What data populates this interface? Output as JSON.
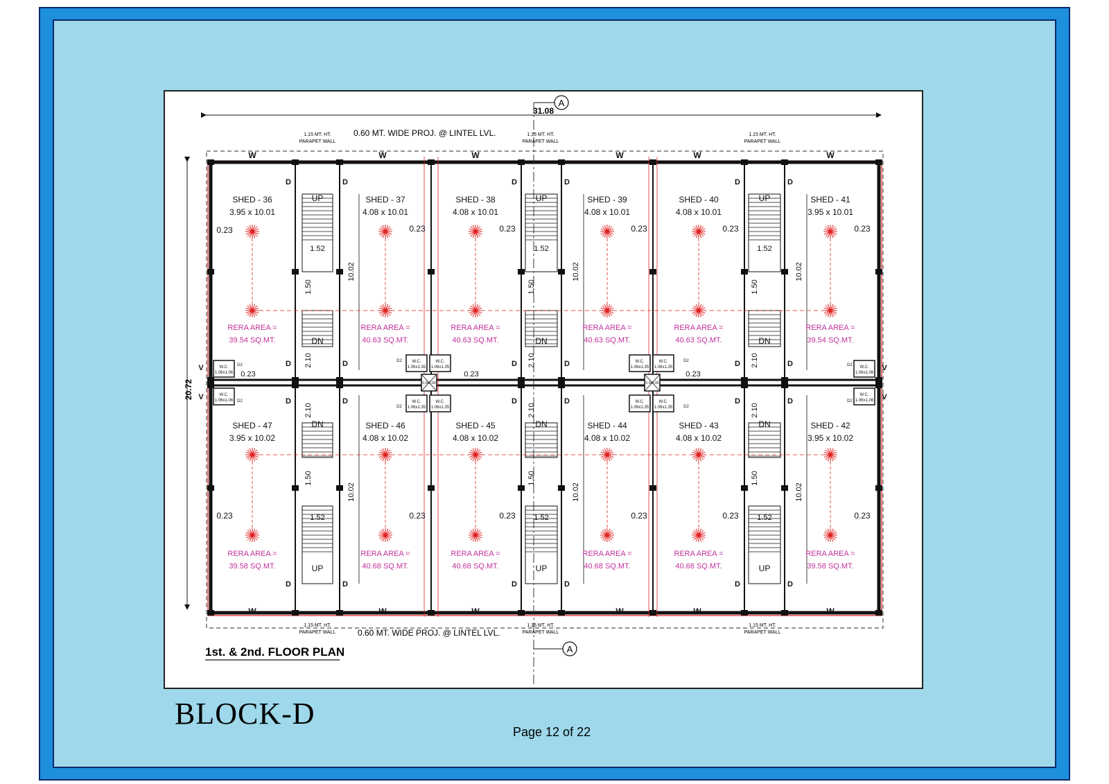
{
  "page": {
    "block_label": "BLOCK-D",
    "page_number": "Page 12 of 22"
  },
  "plan": {
    "title": "1st. & 2nd. FLOOR PLAN",
    "section_marker": "A",
    "overall_width": "31.08",
    "overall_depth": "20.72",
    "projection_note": "0.60 MT. WIDE PROJ. @ LINTEL LVL.",
    "parapet_line1": "1.15 MT. HT.",
    "parapet_line2": "PARAPET WALL",
    "window_tag": "W",
    "door_tag": "D",
    "door_tag_2": "D2",
    "vent_tag": "V",
    "wc_label": "W.C.",
    "wc_small_size": "1.06x1.06",
    "wc_large_size": "1.06x1.35",
    "duct_size": "0.9x0.90",
    "wall_thickness": "0.23",
    "stair_width": "1.52",
    "landing": "1.50",
    "stair_gap": "2.10",
    "shed_depth_dim": "10.02",
    "up_label": "UP",
    "dn_label": "DN",
    "colors": {
      "wall": "#111111",
      "rera_text": "#c0309a",
      "light": "#e02020",
      "outer_frame": "#1e8fdc",
      "inner_frame": "#9ed8ea"
    }
  },
  "sheds": [
    {
      "name": "SHED - 36",
      "size": "3.95 x 10.01",
      "rera1": "RERA AREA =",
      "rera2": "39.54 SQ.MT."
    },
    {
      "name": "SHED - 37",
      "size": "4.08 x 10.01",
      "rera1": "RERA AREA =",
      "rera2": "40.63 SQ.MT."
    },
    {
      "name": "SHED - 38",
      "size": "4.08 x 10.01",
      "rera1": "RERA AREA =",
      "rera2": "40.63 SQ.MT."
    },
    {
      "name": "SHED - 39",
      "size": "4.08 x 10.01",
      "rera1": "RERA AREA =",
      "rera2": "40.63 SQ.MT."
    },
    {
      "name": "SHED - 40",
      "size": "4.08 x 10.01",
      "rera1": "RERA AREA =",
      "rera2": "40.63 SQ.MT."
    },
    {
      "name": "SHED - 41",
      "size": "3.95 x 10.01",
      "rera1": "RERA AREA =",
      "rera2": "39.54 SQ.MT."
    },
    {
      "name": "SHED - 47",
      "size": "3.95 x 10.02",
      "rera1": "RERA AREA =",
      "rera2": "39.58 SQ.MT."
    },
    {
      "name": "SHED - 46",
      "size": "4.08 x 10.02",
      "rera1": "RERA AREA =",
      "rera2": "40.68 SQ.MT."
    },
    {
      "name": "SHED - 45",
      "size": "4.08 x 10.02",
      "rera1": "RERA AREA =",
      "rera2": "40.68 SQ.MT."
    },
    {
      "name": "SHED - 44",
      "size": "4.08 x 10.02",
      "rera1": "RERA AREA =",
      "rera2": "40.68 SQ.MT."
    },
    {
      "name": "SHED - 43",
      "size": "4.08 x 10.02",
      "rera1": "RERA AREA =",
      "rera2": "40.68 SQ.MT."
    },
    {
      "name": "SHED - 42",
      "size": "3.95 x 10.02",
      "rera1": "RERA AREA =",
      "rera2": "39.58 SQ.MT."
    }
  ]
}
